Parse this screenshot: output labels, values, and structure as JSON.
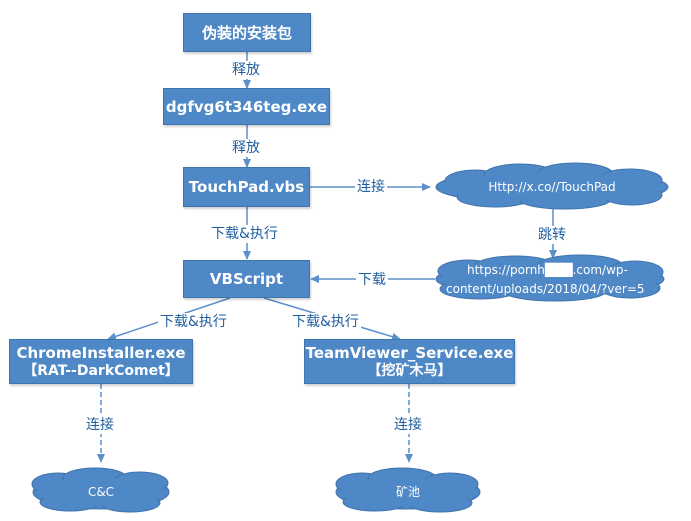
{
  "nodes": {
    "fake_installer": "伪装的安装包",
    "exe": "dgfvg6t346teg.exe",
    "touchpad": "TouchPad.vbs",
    "vbscript": "VBScript",
    "chrome_line1": "ChromeInstaller.exe",
    "chrome_line2": "【RAT--DarkComet】",
    "teamviewer_line1": "TeamViewer_Service.exe",
    "teamviewer_line2": "【挖矿木马】"
  },
  "clouds": {
    "url1": "Http://x.co//TouchPad",
    "url2_line1": "https://pornh███.com/wp-",
    "url2_line2": "content/uploads/2018/04/?ver=5",
    "cc": "C&C",
    "pool": "矿池"
  },
  "edges": {
    "release1": "释放",
    "release2": "释放",
    "connect1": "连接",
    "jump": "跳转",
    "download": "下载",
    "download_exec1": "下载&执行",
    "download_exec2": "下载&执行",
    "download_exec3": "下载&执行",
    "connect2": "连接",
    "connect3": "连接"
  },
  "colors": {
    "box_fill": "#4f88c6",
    "cloud_fill": "#4f88c6",
    "arrow": "#5b8fc9",
    "label_text": "#1f5f9f"
  }
}
